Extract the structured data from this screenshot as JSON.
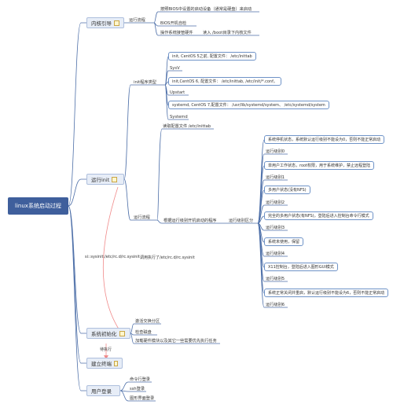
{
  "root": "linux系统启动过程",
  "branches": {
    "kernel_boot": "内核引导",
    "run_init": "运行init",
    "sys_init": "系统初始化",
    "terminal": "建立终端",
    "user_login": "用户登录"
  },
  "kernel": {
    "run_flow": "运行流程",
    "step1": "按照BIOS中设置的启动设备（通常是硬盘）来启动",
    "step2": "BIOS开机自检",
    "step3": "操作系统接管硬件",
    "step4": "读入 /boot目录下内核文件"
  },
  "init_types": {
    "label": "init程序类型",
    "sysv_desc": "init, CentOS 5之前, 配置文件： /etc/inittab",
    "sysv": "SysV",
    "upstart_desc": "init,CentOS 6, 配置文件： /etc/inittab, /etc/init/*.conf。",
    "upstart": "Upstart",
    "systemd_desc": "systemd, CentOS 7,配置文件： /usr/lib/systemd/system、 /etc/systemd/system",
    "systemd": "Systemd"
  },
  "init_flow": {
    "read_config": "读取配置文件 /etc/inittab",
    "run_flow": "运行流程",
    "by_level": "根据运行级别开机启动的程序",
    "run_level_area": "运行级别区分"
  },
  "levels": [
    {
      "desc": "系统停机状态，系统默认运行级别不能设为0，否则不能正常启动",
      "name": "运行级别0"
    },
    {
      "desc": "单用户工作状态，root权限，用于系统维护，禁止远程登陆",
      "name": "运行级别1"
    },
    {
      "desc": "多用户状态(没有NFS)",
      "name": "运行级别2"
    },
    {
      "desc": "完全的多用户状态(有NFS)，登陆后进入控制台命令行模式",
      "name": "运行级别3"
    },
    {
      "desc": "系统未使用，保留",
      "name": "运行级别4"
    },
    {
      "desc": "X11控制台，登陆后进入图形GUI模式",
      "name": "运行级别5"
    },
    {
      "desc": "系统正常关闭并重启，默认运行级别不能设为6，否则不能正常启动",
      "name": "运行级别6"
    }
  ],
  "sysinit_relation": {
    "left": "si::sysinit:/etc/rc.d/rc.sysinit",
    "right": "调用执行了/etc/rc.d/rc.sysinit"
  },
  "sys_init_items": [
    "激活交换分区",
    "检查磁盘",
    "加载硬件模块以及其它一些需要优先执行任务"
  ],
  "terminal_relation": "待执行",
  "login_items": [
    "命令行登录",
    "ssh登录",
    "图形界面登录"
  ],
  "colors": {
    "root": "#3f5f9c",
    "line": "#4d6fa8",
    "relation": "#f08a8a",
    "box_border": "#6f93c7"
  }
}
